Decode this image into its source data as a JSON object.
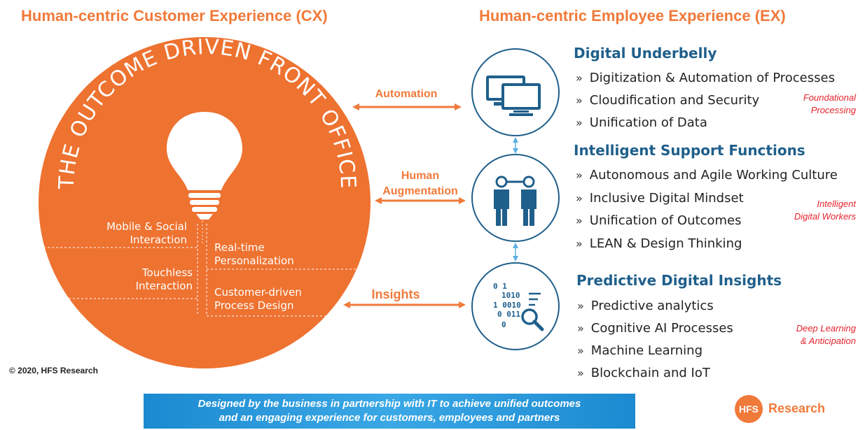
{
  "headings": {
    "cx": "Human-centric Customer Experience (CX)",
    "ex": "Human-centric Employee Experience (EX)"
  },
  "circle": {
    "arc_text": "THE OUTCOME DRIVEN FRONT OFFICE",
    "segments": [
      "Mobile & Social\nInteraction",
      "Real-time\nPersonalization",
      "Touchless\nInteraction",
      "Customer-driven\nProcess Design"
    ]
  },
  "arrows": [
    "Automation",
    "Human\nAugmentation",
    "Insights"
  ],
  "sections": [
    {
      "title": "Digital Underbelly",
      "icon": "computer-monitors-icon",
      "items": [
        "Digitization & Automation of Processes",
        "Cloudification and Security",
        "Unification of Data"
      ],
      "note": "Foundational\nProcessing"
    },
    {
      "title": "Intelligent Support Functions",
      "icon": "connected-people-icon",
      "items": [
        "Autonomous and Agile Working Culture",
        "Inclusive Digital Mindset",
        "Unification of Outcomes",
        "LEAN & Design Thinking"
      ],
      "note": "Intelligent\nDigital Workers"
    },
    {
      "title": "Predictive Digital Insights",
      "icon": "binary-magnifier-icon",
      "items": [
        "Predictive analytics",
        "Cognitive AI Processes",
        "Machine Learning",
        "Blockchain and IoT"
      ],
      "note": "Deep Learning\n& Anticipation"
    }
  ],
  "bullet": "»",
  "copyright": "© 2020, HFS Research",
  "banner": "Designed by the business in partnership with IT to achieve unified outcomes\nand an engaging experience for customers, employees and partners",
  "logo": {
    "badge": "HFS",
    "word": "Research"
  },
  "colors": {
    "orange": "#f07a3a",
    "navy": "#1f5f8b",
    "red_note": "#e4232d",
    "banner_blue": "#1c8ad0"
  }
}
